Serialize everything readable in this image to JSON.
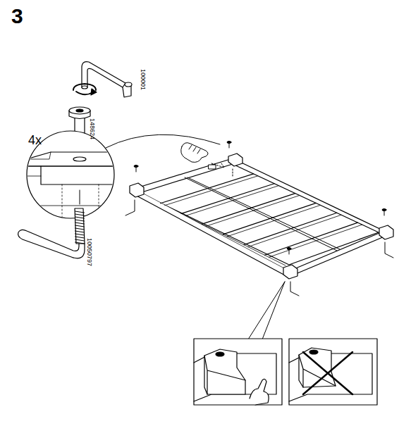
{
  "diagram": {
    "labels": [
      "3",
      "4x",
      "100001",
      "148624",
      "10050797"
    ]
  }
}
